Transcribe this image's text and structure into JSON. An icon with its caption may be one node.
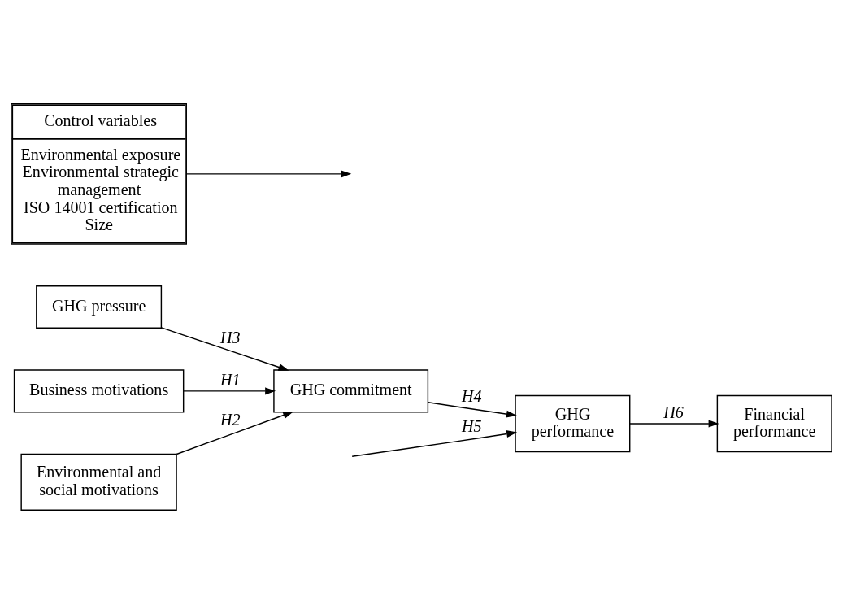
{
  "diagram": {
    "nodes": [
      {
        "text": [
          "GHG pressure"
        ]
      },
      {
        "text": [
          "Business motivations"
        ]
      },
      {
        "text": [
          "Environmental and social motivations"
        ]
      },
      {
        "text": [
          "GHG commitment"
        ]
      },
      {
        "text": [
          "GHG performance"
        ]
      },
      {
        "text": [
          "Financial performance"
        ]
      },
      {
        "text": [
          "Control variables",
          "Environmental exposure",
          "Environmental strategic management",
          "ISO 14001 certification",
          "Size"
        ]
      }
    ],
    "edges": [
      {
        "from": 1,
        "to": 3,
        "arrow": "to",
        "label": "H1"
      },
      {
        "from": 2,
        "to": 3,
        "arrow": "to",
        "label": "H2"
      },
      {
        "from": 0,
        "to": 3,
        "arrow": "to",
        "label": "H3"
      },
      {
        "from": 3,
        "to": 4,
        "arrow": "to",
        "label": "H4"
      },
      {
        "from": null,
        "to": 4,
        "arrow": "to",
        "label": "H5"
      },
      {
        "from": 4,
        "to": 5,
        "arrow": "to",
        "label": "H6"
      },
      {
        "from": 6,
        "to": null,
        "arrow": "to"
      }
    ]
  }
}
